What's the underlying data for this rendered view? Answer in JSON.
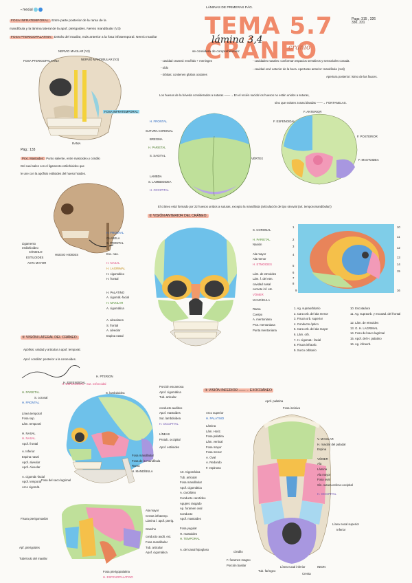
{
  "header": {
    "legend": "• mesial",
    "laminas": "LÁMINAS DE PRIMERAS PÁG.",
    "title": "TEMA 5.7 CRÁNEO",
    "subtitle": "lámina 3,4",
    "script_word": "cranio",
    "pages": "Pags: 315 , 326\n330, 331"
  },
  "section_infratemporal": {
    "title": "FOSA INFRATEMPORAL:",
    "text1": "Entre parte posterior de la rama de la",
    "text2": "mandíbula y la lámina lateral de la apof. pterigoides. Nervio mandibular (V3)",
    "pterigo_title": "FOSA PTERIGOPALATINA:",
    "pterigo_text": "Detrás del maxilar, más anterior a la fosa infratemporal. Nervio maxilar",
    "labels": [
      "NERVIO MAXILAR (V2)",
      "NERVIO MANDIBULAR (V3)",
      "FOSA PTERIGOPALATINA",
      "FOSA INFRATEMPORAL",
      "RAMA"
    ]
  },
  "comprehension": {
    "heading": "se considera de comprehensión:",
    "left": [
      "- cavidad craneal: encéfalo + meninges",
      "- oído",
      "- órbitas: contienen globos oculares"
    ],
    "right": [
      "- cavidades nasales: conforman espacios sensitivos y sensoriales conada.",
      "- cavidad oral: anterior de la boca. Aperturas anterior: mandíbula (oral)",
      "Apertura posterior: istmo de las fauces."
    ]
  },
  "calvaria": {
    "intro": "Los huesos de la bóveda considerados a suturas ——→ En el recién nacido los huesos no están unidos a suturas,",
    "intro2": "sino que existen zonas blandas ——→ FONTANELAS.",
    "labels_left": [
      "H. FRONTAL",
      "SUTURA CORONAL",
      "BREGMA",
      "H. PARIETAL",
      "S. SAGITAL",
      "LAMBDA",
      "S. LAMBDOIDEA",
      "H. OCCIPITAL"
    ],
    "vertex": "VÉRTEX",
    "fontanel_labels": [
      "F. ANTERIOR",
      "F. ESFENOIDAL",
      "F. POSTERIOR",
      "F. MASTOIDEA"
    ],
    "note": "El cráneo está formado por 22 huesos unidos a suturas, excepto la mandíbula (articulación de tipo sinovial (art. temporomandibular))"
  },
  "pag133": {
    "ref": "Pág.: 133",
    "title": "Proc. Mastoides:",
    "lines": [
      "Punto saliente, entre mastoideo y cóndilo",
      "Del cual salen con el ligamento estilohioideo que",
      "le une con la apófisis estiloides del hueso hioides."
    ],
    "labels": [
      "Ligamento",
      "estilohioideo",
      "CÓNDILO",
      "ESTILOIDES",
      "ASTA MAYOR",
      "HUESO HIOIDES"
    ]
  },
  "anterior": {
    "title": "② VISIÓN ANTERIOR DEL CRÁNEO.",
    "left_labels": [
      "H. FRONTAL",
      "GLABELA",
      "S. FRONTAL",
      "Esc. nas.",
      "H. NASAL",
      "H. LAGRIMAL",
      "H. cigomático",
      "H. frontal",
      "H. PALATINO",
      "A. cigomát.-facial",
      "H. MAXILAR",
      "A. cigomática",
      "A. alveolares",
      "S. frontal",
      "A. alveolar",
      "Espina nasal"
    ],
    "right_labels": [
      "S. CORONAL",
      "H. PARIETAL",
      "Nasión",
      "Ala mayor",
      "Ala menor",
      "H. ETMOIDES",
      "Lám. de etmoides",
      "Lám. f. del etm.",
      "cavidad nasal",
      "cornete inf. etc.",
      "VÓMER",
      "MANDÍBULA",
      "Rama",
      "Cuerpo",
      "A. mentoniana",
      "Prot. mentoniana",
      "Punta mentoniana"
    ]
  },
  "orbit": {
    "numbers": [
      "1",
      "2",
      "3",
      "4",
      "5",
      "6",
      "7",
      "8",
      "9",
      "10",
      "11",
      "12",
      "13",
      "14",
      "15",
      "16"
    ],
    "legend_left": [
      "1. Ag. supraorbitario",
      "2. Cara orb. del ala menor",
      "3. Fisura orb. superior",
      "4. Conducto óptico",
      "5. Cara orb. del ala mayor",
      "6. Lám. orb.",
      "7. H. cigomat.- facial",
      "8. Fisura infraorb.",
      "9. Surco orbitario"
    ],
    "legend_right": [
      "10. Escotadura",
      "11. Ag. supraorb. y escotad. del frontal",
      "12. Lám. de etmoides",
      "13. G. H. LAGRIMAL",
      "14. Foso del saco lagrimal",
      "15. Apof. del H. palatino",
      "16. Ag. infraorb."
    ]
  },
  "lateral": {
    "title": "① VISIÓN LATERAL DEL CRÁNEO.",
    "lines": [
      "Apófisis: unidad y articular a apof. temporal.",
      "Apof. condilar: posterior a la coronoides."
    ],
    "left_labels": [
      "H. ESFENOIDAL",
      "H. PARIETAL",
      "S. coronal",
      "H. FRONTAL",
      "Línea temporal",
      "Fosa sup.",
      "Lám. temporal",
      "H. NASAL",
      "Fosa del saco lagrimal",
      "H. NASAL",
      "Apof. frontal",
      "A. Inferior",
      "Espina nasal",
      "Apof. alveolar",
      "Apof. Alveolar",
      "A. cigomát.-facial",
      "Apof. temporal",
      "Arco cigomát."
    ],
    "right_labels": [
      "S. lambdoidea",
      "Porción escamosa",
      "Apof. cigomática",
      "Tub. articular",
      "conducto auditivo",
      "Apof. mastoides",
      "Sut. lambdoidea",
      "H. OCCIPITAL",
      "LÍNEAS",
      "Protub. occipital",
      "Apof. estiloides",
      "Fosa mandibular",
      "Fosa de la mandíbula",
      "Rama",
      "H. MANDÍBULA"
    ],
    "top_labels": [
      "H. ESFENOIDAL",
      "Sut. esfenoidal",
      "H. PTERION"
    ],
    "lower_left": [
      "Fisura pterigomaxilar",
      "Apf. pterigoides",
      "Tubérculo del maxilar"
    ],
    "lower_right": [
      "Ala mayor",
      "Cresta infratemp.",
      "Lámina l. apof. pterig.",
      "Gancho",
      "conducto audit. ext.",
      "Fosa mandibular",
      "Tub. articular",
      "Apof. cigomática"
    ],
    "lower_bottom": [
      "Fosa pterigopalatina",
      "H. ESFENOPALATINO"
    ]
  },
  "inferior": {
    "title": "③ VISIÓN INFERIOR ——→ EXOCRÁNEO",
    "top_labels": [
      "Apof. palatina",
      "Fosa incisiva"
    ],
    "left_labels": [
      "Arco superior",
      "H. PALATINO",
      "Lámina",
      "Lám. Horiz.",
      "Fosa palatina",
      "Lám. vertical",
      "Fosa mayor",
      "Fosa menor",
      "A. Oval",
      "A. Redondo",
      "F. espinoso",
      "Art. Cigomática",
      "Tub. articular",
      "Fosa mandibular",
      "Apof. cigomática",
      "A. carotídeo",
      "Conducto carotídeo",
      "Agujero rasgado",
      "Ap. foramen oval",
      "Conducto",
      "Apof. mastoides",
      "Fosa yugular",
      "H. mastoides",
      "H. TEMPORAL",
      "A. del canal hipogloso"
    ],
    "right_labels": [
      "V. MAXILAR",
      "H. maxilar del paladar",
      "Espina",
      "VÓMER",
      "Ala",
      "Lámina",
      "Ala mayor",
      "Fosa oval",
      "Sín. sutura esfeno-occipital",
      "H. OCCIPITAL",
      "Línea nucal superior",
      "Inferior"
    ],
    "bottom_labels": [
      "cóndilo",
      "F. foramen magno",
      "Porción basilar",
      "Tub. faríngeo",
      "Línea nucal inferior",
      "Cresta",
      "INION"
    ]
  }
}
